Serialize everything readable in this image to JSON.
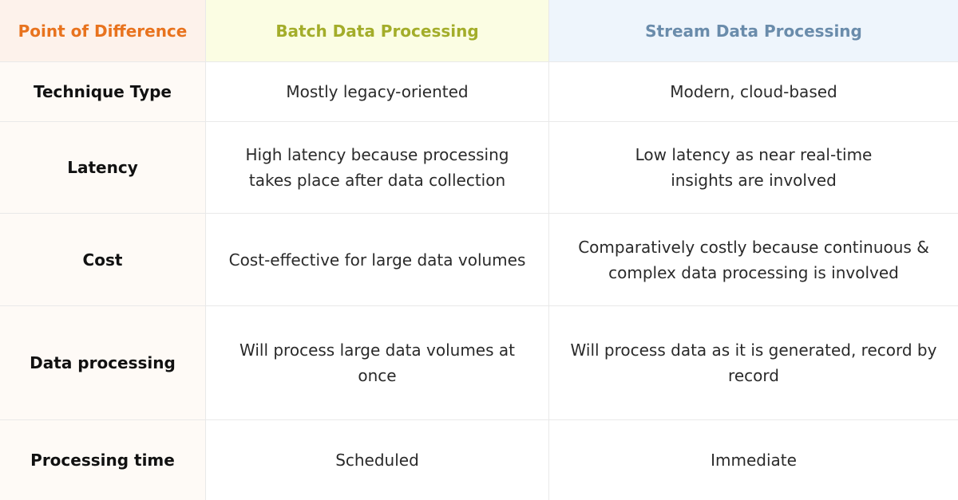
{
  "header": {
    "point_of_difference": "Point of Difference",
    "batch": "Batch Data Processing",
    "stream": "Stream Data Processing"
  },
  "rows": [
    {
      "label": "Technique Type",
      "batch": "Mostly legacy-oriented",
      "stream": "Modern, cloud-based"
    },
    {
      "label": "Latency",
      "batch": "High latency because processing takes place after data collection",
      "stream": "Low latency as near real-time insights are involved"
    },
    {
      "label": "Cost",
      "batch": "Cost-effective for large data volumes",
      "stream": "Comparatively costly because continuous & complex data processing is involved"
    },
    {
      "label": "Data processing",
      "batch": "Will process large data volumes at once",
      "stream": "Will process data as it is generated, record by record"
    },
    {
      "label": "Processing time",
      "batch": "Scheduled",
      "stream": "Immediate"
    }
  ],
  "colors": {
    "header_first_text": "#e8731e",
    "header_batch_text": "#a3ad2a",
    "header_stream_text": "#6a8cab",
    "header_first_bg": "#fdf2eb",
    "header_batch_bg": "#fbfde3",
    "header_stream_bg": "#eef5fc"
  }
}
